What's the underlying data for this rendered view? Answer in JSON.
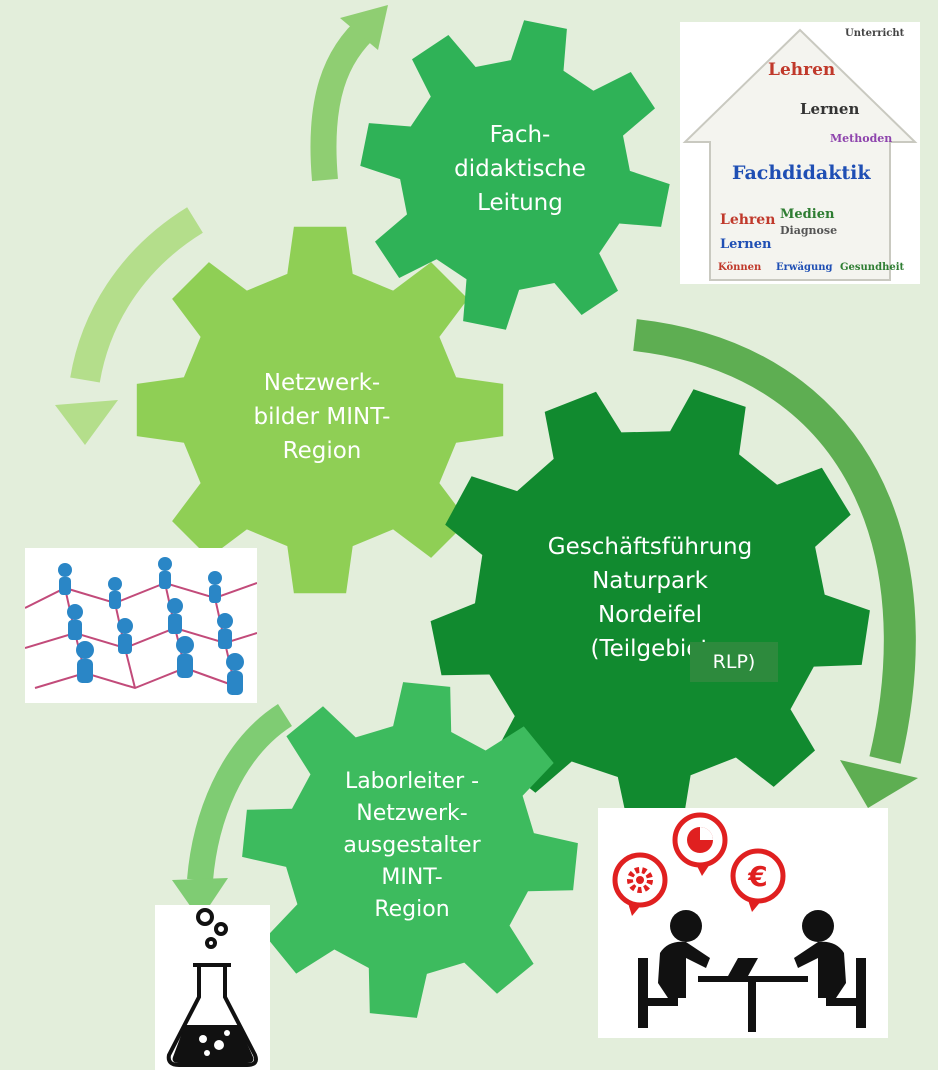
{
  "gears": {
    "fachdidaktik": {
      "lines": [
        "Fach-",
        "didaktische",
        "Leitung"
      ],
      "color": "#2fb257"
    },
    "netzwerk": {
      "lines": [
        "Netzwerk-",
        "bilder MINT-",
        "Region"
      ],
      "color": "#8fcf55"
    },
    "geschaeftsfuehrung": {
      "lines": [
        "Geschäftsführung",
        "Naturpark",
        "Nordeifel",
        "(Teilgebiet"
      ],
      "color": "#118a2f"
    },
    "laborleiter": {
      "lines": [
        "Laborleiter -",
        "Netzwerk-",
        "ausgestalter",
        "MINT-",
        "Region"
      ],
      "color": "#3dbb5e"
    }
  },
  "rlp_label": "RLP)",
  "word_cloud": {
    "words": [
      "Lehren",
      "Lernen",
      "Fachdidaktik",
      "Medien",
      "Diagnose",
      "Lehren",
      "Lernen",
      "Methoden",
      "Unterricht",
      "Können",
      "Erwägung",
      "Gesundheit"
    ]
  },
  "icons": {
    "network": "people-network-icon",
    "meeting": "business-meeting-icon",
    "lab": "lab-flask-icon",
    "euro": "€"
  },
  "colors": {
    "background": "#e3eedb",
    "arrow_light": "#a6d67a",
    "arrow_mid": "#6ec36b",
    "arrow_dark": "#5aaa4f"
  }
}
